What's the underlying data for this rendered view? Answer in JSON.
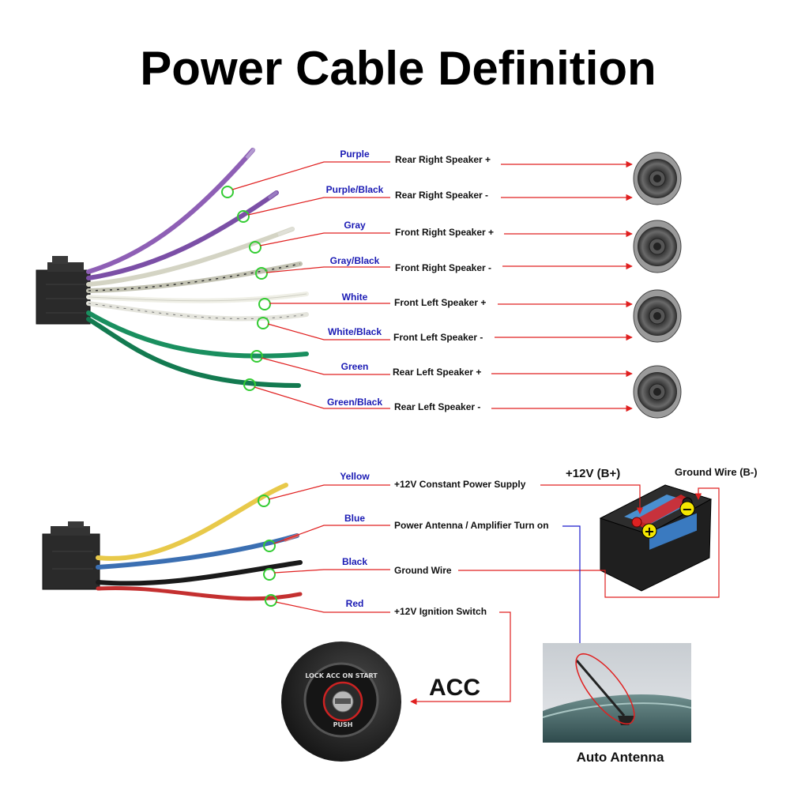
{
  "title": "Power Cable Definition",
  "speaker_wires": [
    {
      "color_name": "Purple",
      "function": "Rear Right Speaker +",
      "hex": "#8e5fb5"
    },
    {
      "color_name": "Purple/Black",
      "function": "Rear Right Speaker -",
      "hex": "#7b4fa6"
    },
    {
      "color_name": "Gray",
      "function": "Front Right Speaker +",
      "hex": "#d4d4c4"
    },
    {
      "color_name": "Gray/Black",
      "function": "Front Right Speaker -",
      "hex": "#c2c2b2"
    },
    {
      "color_name": "White",
      "function": "Front Left Speaker +",
      "hex": "#efefe6"
    },
    {
      "color_name": "White/Black",
      "function": "Front Left Speaker -",
      "hex": "#e4e4dc"
    },
    {
      "color_name": "Green",
      "function": "Rear Left Speaker +",
      "hex": "#1a8f5f"
    },
    {
      "color_name": "Green/Black",
      "function": "Rear Left Speaker -",
      "hex": "#137a50"
    }
  ],
  "power_wires": [
    {
      "color_name": "Yellow",
      "function": "+12V Constant Power Supply",
      "hex": "#e8c94a"
    },
    {
      "color_name": "Blue",
      "function": "Power Antenna / Amplifier Turn on",
      "hex": "#3b6fb2"
    },
    {
      "color_name": "Black",
      "function": "Ground Wire",
      "hex": "#1a1a1a"
    },
    {
      "color_name": "Red",
      "function": "+12V  Ignition Switch",
      "hex": "#c43030"
    }
  ],
  "battery": {
    "positive_label": "+12V  (B+)",
    "ground_label": "Ground Wire (B-)"
  },
  "ignition": {
    "acc_label": "ACC",
    "key_ring_text": "LOCK  ACC  ON  START",
    "push_text": "PUSH"
  },
  "antenna": {
    "caption": "Auto Antenna"
  },
  "colors": {
    "arrow_red": "#e02020",
    "arrow_blue": "#1a1acc",
    "marker_green": "#33cc33",
    "label_blue": "#1a1ab4"
  }
}
